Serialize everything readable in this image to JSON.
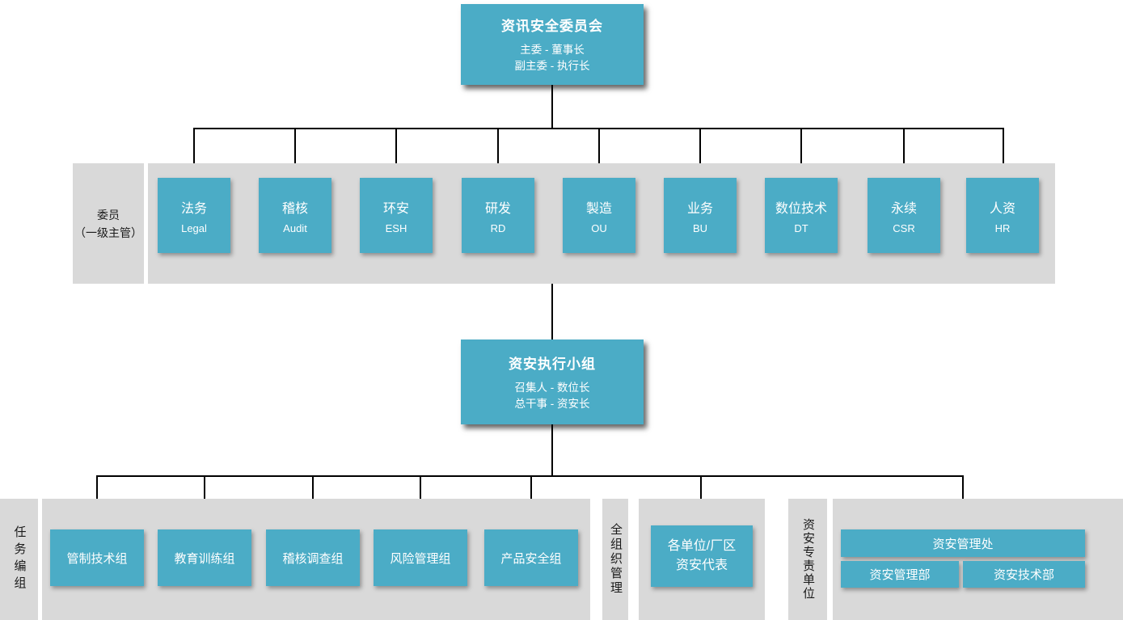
{
  "colors": {
    "node_fill": "#4bacc6",
    "band_fill": "#d9d9d9",
    "node_text": "#ffffff",
    "line": "#000000"
  },
  "top_node": {
    "title": "资讯安全委员会",
    "line1": "主委 - 董事长",
    "line2": "副主委 - 执行长"
  },
  "committee": {
    "label_line1": "委员",
    "label_line2": "（一级主管）",
    "members": [
      {
        "title": "法务",
        "subtitle": "Legal"
      },
      {
        "title": "稽核",
        "subtitle": "Audit"
      },
      {
        "title": "环安",
        "subtitle": "ESH"
      },
      {
        "title": "研发",
        "subtitle": "RD"
      },
      {
        "title": "製造",
        "subtitle": "OU"
      },
      {
        "title": "业务",
        "subtitle": "BU"
      },
      {
        "title": "数位技术",
        "subtitle": "DT"
      },
      {
        "title": "永续",
        "subtitle": "CSR"
      },
      {
        "title": "人资",
        "subtitle": "HR"
      }
    ]
  },
  "exec_node": {
    "title": "资安执行小组",
    "line1": "召集人 - 数位长",
    "line2": "总干事 - 资安长"
  },
  "task_group": {
    "label": "任务编组",
    "items": [
      "管制技术组",
      "教育训练组",
      "稽核调查组",
      "风险管理组",
      "产品安全组"
    ]
  },
  "org_wide": {
    "label": "全组织管理",
    "node_line1": "各单位/厂区",
    "node_line2": "资安代表"
  },
  "dedicated": {
    "label": "资安专责单位",
    "parent": "资安管理处",
    "children": [
      "资安管理部",
      "资安技术部"
    ]
  }
}
